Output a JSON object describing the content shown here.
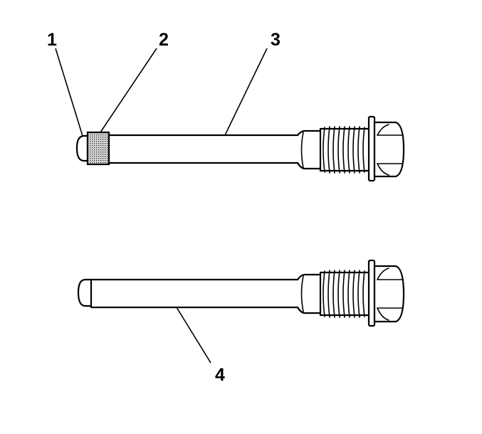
{
  "colors": {
    "ink": "#000000",
    "background": "#ffffff"
  },
  "callouts": [
    {
      "label": "1",
      "refers_to": "upper-pin-tip"
    },
    {
      "label": "2",
      "refers_to": "knurled-sleeve"
    },
    {
      "label": "3",
      "refers_to": "upper-pin-shaft"
    },
    {
      "label": "4",
      "refers_to": "lower-pin-shaft"
    }
  ]
}
